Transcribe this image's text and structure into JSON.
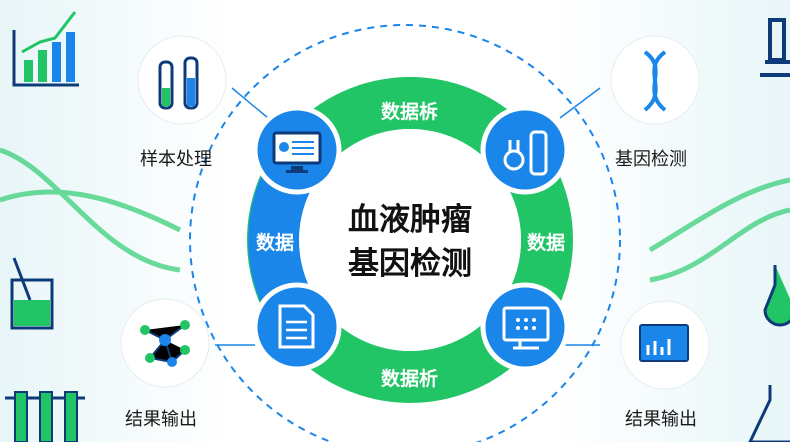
{
  "center_title": [
    "血液肿瘤",
    "基因检测"
  ],
  "ring_labels": {
    "top": "数据柝",
    "left": "数据",
    "right": "数据",
    "bottom": "数据析"
  },
  "outer_labels": {
    "top_left": "样本处理",
    "top_right": "基因检测",
    "bottom_left": "结果输出",
    "bottom_right": "结果输出"
  },
  "icons": [
    "monitor-presentation-icon",
    "lab-flasks-icon",
    "document-icon",
    "monitor-grid-icon",
    "test-tubes-icon",
    "dna-icon",
    "network-icon",
    "chart-screen-icon",
    "bar-chart-icon",
    "microscope-icon",
    "beaker-icon",
    "flask-icon"
  ],
  "colors": {
    "green": "#22c566",
    "blue": "#1a86ea",
    "dark_blue": "#0d3b7a"
  }
}
